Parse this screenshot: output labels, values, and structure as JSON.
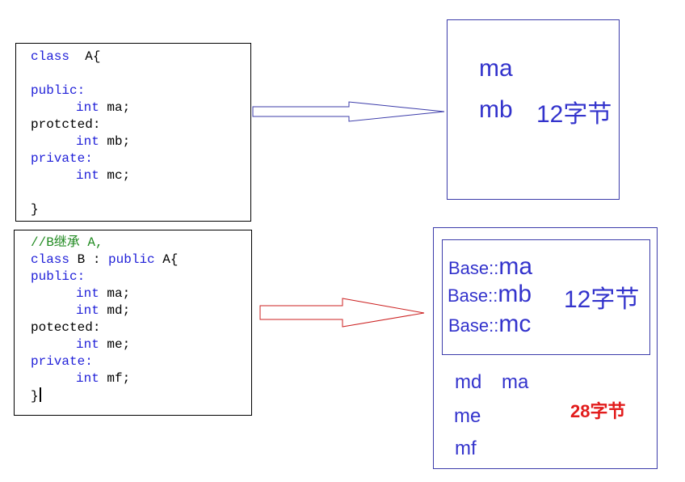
{
  "class_a_code": {
    "lines": [
      "class  A{",
      "",
      "public:",
      "int ma;",
      "protcted:",
      "int mb;",
      "private:",
      "int mc;",
      "",
      "}"
    ]
  },
  "class_b_code": {
    "lines": [
      "//B继承 A,",
      "class B : public A{",
      "public:",
      "int ma;",
      "int md;",
      "potected:",
      "int me;",
      "private:",
      "int mf;",
      "}"
    ]
  },
  "layout_a": {
    "members": [
      "ma",
      "mb"
    ],
    "size_label": "12字节"
  },
  "layout_b": {
    "base_prefix": "Base::",
    "base_members": [
      "ma",
      "mb",
      "mc"
    ],
    "base_size_label": "12字节",
    "derived_members": [
      "md",
      "ma",
      "me",
      "mf"
    ],
    "total_size_label": "28字节"
  },
  "colors": {
    "keyword": "#1f1fd8",
    "comment": "#228b22",
    "memory_text": "#3333cc",
    "arrow_a": "#3c3caa",
    "arrow_b": "#cc2222",
    "total_size": "#e21c1c"
  }
}
